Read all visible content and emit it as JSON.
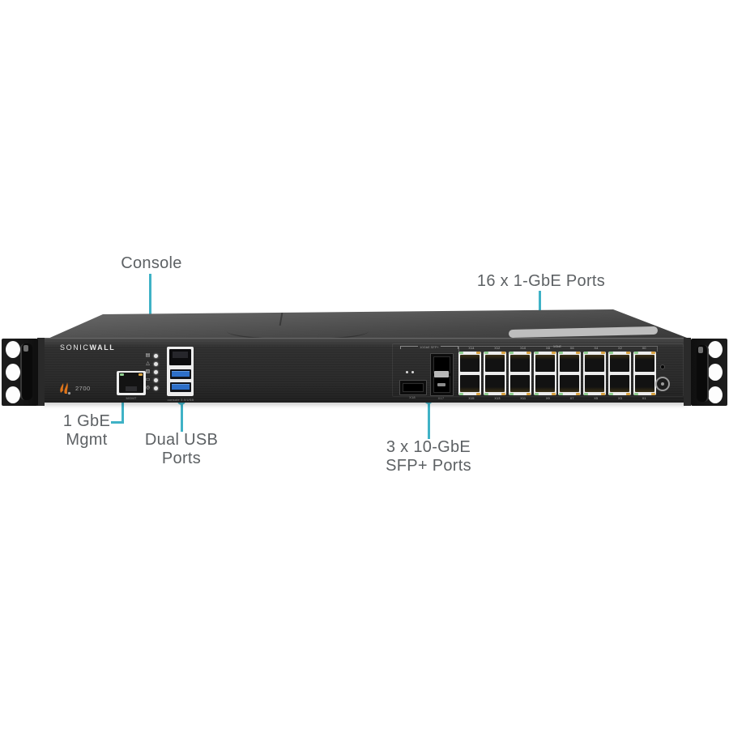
{
  "callouts": {
    "console": {
      "label": "Console"
    },
    "gbe_ports": {
      "label": "16 x 1-GbE Ports"
    },
    "mgmt": {
      "line1": "1 GbE",
      "line2": "Mgmt"
    },
    "usb": {
      "line1": "Dual USB",
      "line2": "Ports"
    },
    "sfp": {
      "line1": "3 x 10-GbE",
      "line2": "SFP+ Ports"
    }
  },
  "device": {
    "brand_regular": "SONIC",
    "brand_bold": "WALL",
    "model": "2700",
    "mgmt_port_label": "MGMT",
    "console_usb_label": "console 3.0/USB",
    "sfp_group_label": "10GbE SFP+",
    "gbe_group_label": "1GbE",
    "sfp_single_label": "X18",
    "sfp_stacked_label": "X17",
    "top_port_labels": [
      "X14",
      "X12",
      "X10",
      "X8",
      "X6",
      "X4",
      "X2",
      "X0"
    ],
    "bottom_port_labels": [
      "X15",
      "X13",
      "X11",
      "X9",
      "X7",
      "X5",
      "X3",
      "X1"
    ],
    "led_indicators": [
      {
        "icon": "storage-icon",
        "glyph": "▤"
      },
      {
        "icon": "alarm-icon",
        "glyph": "△"
      },
      {
        "icon": "wrench-icon",
        "glyph": "▨"
      },
      {
        "icon": "test-display-icon",
        "glyph": "▭"
      },
      {
        "icon": "power-status-icon",
        "glyph": "◎"
      }
    ],
    "colors": {
      "accent_teal": "#3FB2C6",
      "label_gray": "#5D6164",
      "brand_orange": "#E0751A",
      "usb_blue": "#2D6FC8",
      "led_green": "#8FCF8F",
      "led_amber": "#D9A23F"
    }
  }
}
